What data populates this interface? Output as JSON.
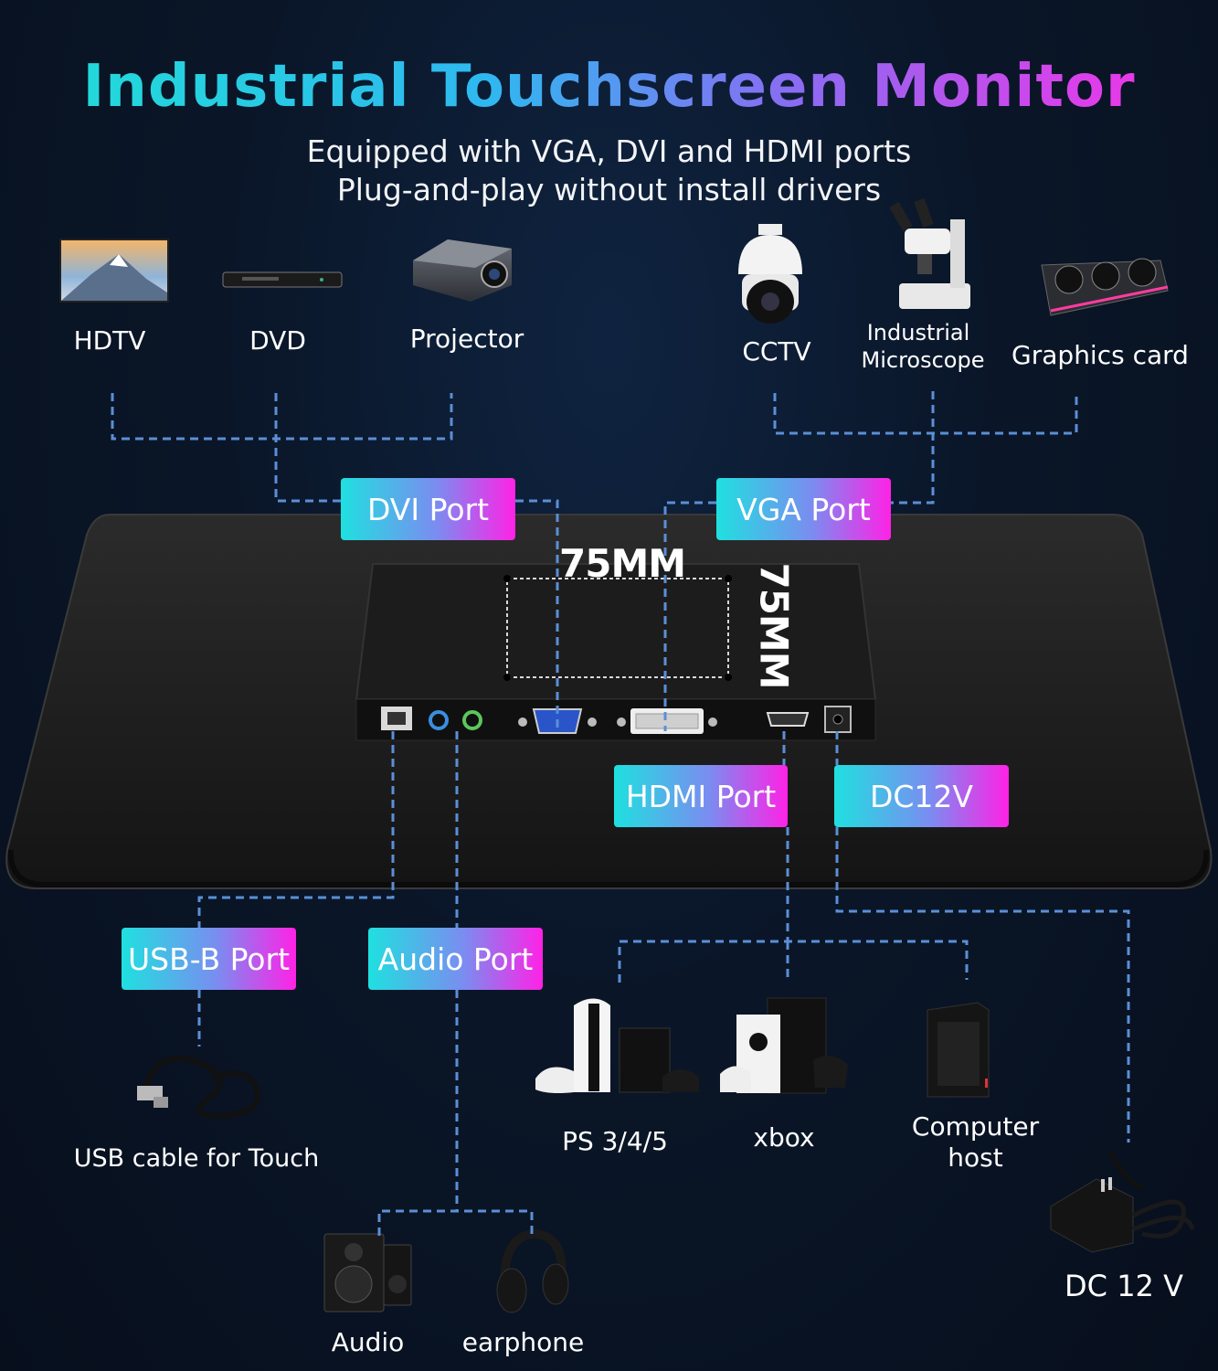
{
  "title": "Industrial Touchscreen Monitor",
  "subtitle_lines": [
    "Equipped with VGA, DVI and HDMI ports",
    "Plug-and-play without install drivers"
  ],
  "devices_dvi": {
    "hdtv": "HDTV",
    "dvd": "DVD",
    "projector": "Projector"
  },
  "devices_vga": {
    "cctv": "CCTV",
    "microscope_line1": "Industrial",
    "microscope_line2": "Microscope",
    "graphics_card": "Graphics card"
  },
  "ports": {
    "dvi": "DVI Port",
    "vga": "VGA Port",
    "hdmi": "HDMI Port",
    "dc": "DC12V",
    "usb_b": "USB-B Port",
    "audio": "Audio Port"
  },
  "vesa": {
    "horizontal": "75MM",
    "vertical": "75MM"
  },
  "devices_bottom": {
    "usb_cable": "USB cable for Touch",
    "ps": "PS 3/4/5",
    "xbox": "xbox",
    "computer_line1": "Computer",
    "computer_line2": "host",
    "dc_adapter": "DC 12 V",
    "audio": "Audio",
    "earphone": "earphone"
  },
  "colors": {
    "background": "#0a1628",
    "connector_line": "#5b8fd6",
    "gradient_start": "#1fe0e0",
    "gradient_end": "#ff22e6"
  },
  "icons": [
    "tv-icon",
    "dvd-player-icon",
    "projector-icon",
    "cctv-camera-icon",
    "microscope-icon",
    "graphics-card-icon",
    "usb-cable-icon",
    "playstation-icon",
    "xbox-icon",
    "computer-tower-icon",
    "power-adapter-icon",
    "speakers-icon",
    "headphones-icon"
  ]
}
